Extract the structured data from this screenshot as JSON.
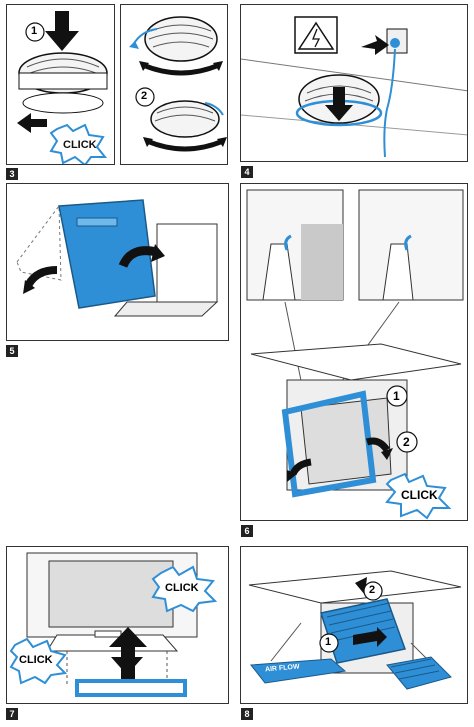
{
  "steps": {
    "s3": "3",
    "s4": "4",
    "s5": "5",
    "s6": "6",
    "s7": "7",
    "s8": "8"
  },
  "labels": {
    "click": "CLICK",
    "callout_1": "1",
    "callout_2": "2",
    "filter_text": "AIR FLOW"
  },
  "colors": {
    "accent": "#2f8fd6",
    "dark": "#111111"
  }
}
